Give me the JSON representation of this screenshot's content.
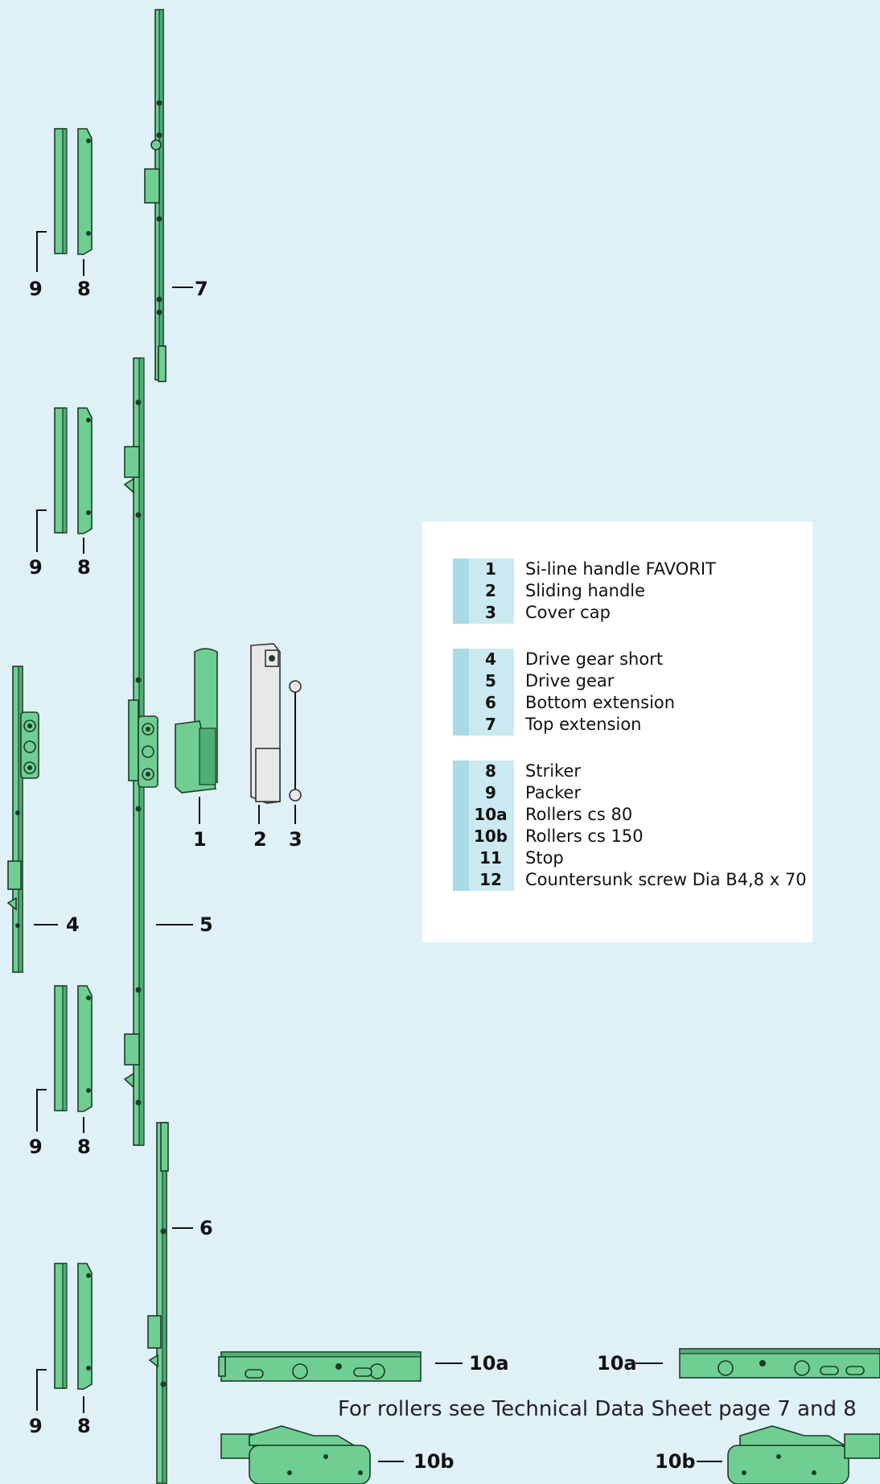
{
  "callouts": {
    "c9a": "9",
    "c8a": "8",
    "c7": "7",
    "c9b": "9",
    "c8b": "8",
    "c1": "1",
    "c2": "2",
    "c3": "3",
    "c4": "4",
    "c5": "5",
    "c9c": "9",
    "c8c": "8",
    "c6": "6",
    "c9d": "9",
    "c8d": "8",
    "c10a_left": "10a",
    "c10a_right": "10a",
    "c10b_left": "10b",
    "c10b_right": "10b"
  },
  "legend": {
    "groups": [
      {
        "items": [
          {
            "num": "1",
            "label": "Si-line handle FAVORIT"
          },
          {
            "num": "2",
            "label": "Sliding handle"
          },
          {
            "num": "3",
            "label": "Cover cap"
          }
        ]
      },
      {
        "items": [
          {
            "num": "4",
            "label": "Drive gear short"
          },
          {
            "num": "5",
            "label": "Drive gear"
          },
          {
            "num": "6",
            "label": "Bottom extension"
          },
          {
            "num": "7",
            "label": "Top extension"
          }
        ]
      },
      {
        "items": [
          {
            "num": "8",
            "label": "Striker"
          },
          {
            "num": "9",
            "label": "Packer"
          },
          {
            "num": "10a",
            "label": "Rollers cs 80"
          },
          {
            "num": "10b",
            "label": "Rollers cs 150"
          },
          {
            "num": "11",
            "label": "Stop"
          },
          {
            "num": "12",
            "label": "Countersunk screw Dia B4,8 x 70"
          }
        ]
      }
    ]
  },
  "note": "For rollers see Technical Data Sheet page 7 and 8",
  "colors": {
    "background": "#dff0f7",
    "part_green": "#6fcf92",
    "part_outline": "#1d3b2a",
    "handle_grey": "#e6e6e6",
    "legend_bar_dark": "#a8dbe6",
    "legend_bar_light": "#cbe9f0"
  }
}
